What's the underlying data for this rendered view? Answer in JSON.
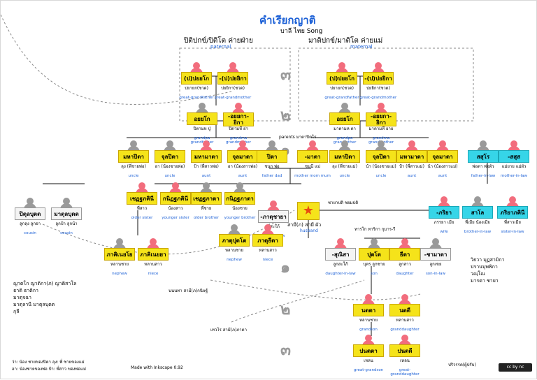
{
  "title": "คำเรียกญาติ",
  "subtitle": "บาลี ไทย Song",
  "paternal": {
    "title": "ปิติปกข์/ปิติโต ค่ายฝ่าย",
    "sub": "paternal"
  },
  "maternal": {
    "title": "มาติปกข์/มาติโต ค่ายแม่",
    "sub": "maternal"
  },
  "generation_numbers": [
    "๓",
    "๒",
    "๑",
    "๑",
    "๒",
    "๓"
  ],
  "nodes": [
    {
      "id": "pat-ggf",
      "label": "(ป)ปยยโก",
      "sub": "ปยายก(ชวด)",
      "en": "great-grandfather"
    },
    {
      "id": "pat-ggm",
      "label": "-(ป)ปยยิกา",
      "sub": "ปยยิกา(ชวด)",
      "en": "great-grandmother"
    },
    {
      "id": "mat-ggf",
      "label": "(ป)ปยยโก",
      "sub": "ปยายก(ชวด)",
      "en": "great-grandfather"
    },
    {
      "id": "mat-ggm",
      "label": "-(ป)ปยยิกา",
      "sub": "ปยยิกา(ชวด)",
      "en": "great-grandmother"
    },
    {
      "id": "pat-gf",
      "label": "อยยโก",
      "sub": "ปิตามห ปู่",
      "en": "grandpa grandfather"
    },
    {
      "id": "pat-gm",
      "label": "-อยยกา-ยิกา",
      "sub": "ปิตามหี ย่า",
      "en": "grandma grandmother"
    },
    {
      "id": "mat-gf",
      "label": "อยยโก",
      "sub": "มาตามห ตา",
      "en": "grandpa grandfather"
    },
    {
      "id": "mat-gm",
      "label": "-อยยกา-ยิกา",
      "sub": "มาตามหี ยาย",
      "en": "grandma grandmother"
    },
    {
      "id": "mahapita",
      "label": "มหาปิตา",
      "sub": "ลุง (พี่ชายพ่อ)",
      "en": "uncle"
    },
    {
      "id": "julapita",
      "label": "จุลปิตา",
      "sub": "อา (น้องชายพ่อ)",
      "en": "uncle"
    },
    {
      "id": "mahamata-p",
      "label": "มหามาตา",
      "sub": "ป้า (พี่สาวพ่อ)",
      "en": "aunt"
    },
    {
      "id": "julamata-p",
      "label": "จุลมาตา",
      "sub": "อา (น้องสาวพ่อ)",
      "en": "aunt"
    },
    {
      "id": "pita",
      "label": "ปิตา",
      "sub": "ชนก พ่อ",
      "en": "father dad"
    },
    {
      "id": "mata",
      "label": "-มาตา",
      "sub": "ชนนี แม่",
      "en": "mother mom mum"
    },
    {
      "id": "mahapita-m",
      "label": "มหาปิตา",
      "sub": "ลุง (พี่ชายแม่)",
      "en": "uncle"
    },
    {
      "id": "julapita-m",
      "label": "จุลปิตา",
      "sub": "น้า (น้องชายแม่)",
      "en": "uncle"
    },
    {
      "id": "mahamata-m",
      "label": "มหามาตา",
      "sub": "ป้า (พี่สาวแม่)",
      "en": "aunt"
    },
    {
      "id": "julamata-m",
      "label": "จุลมาตา",
      "sub": "น้า (น้องสาวแม่)",
      "en": "aunt"
    },
    {
      "id": "sasura",
      "label": "สสุโร",
      "sub": "พ่อตา พ่อผัว",
      "en": "father-in-law"
    },
    {
      "id": "sassu",
      "label": "-สสุส",
      "sub": "แม่ยาย แม่ผัว",
      "en": "mother-in-law"
    },
    {
      "id": "cousin-1",
      "label": "ปิตุลบุตต",
      "sub": "ลูกลุง ลูกอา",
      "en": "cousin"
    },
    {
      "id": "cousin-2",
      "label": "มาตุลบุตต",
      "sub": "ลูกป้า ลูกน้า",
      "en": "cousin"
    },
    {
      "id": "jettha-bh",
      "label": "เชฏฐภคินี",
      "sub": "พี่สาว",
      "en": "older sister"
    },
    {
      "id": "kanittha-bh",
      "label": "กนิฏฐภคินี",
      "sub": "น้องสาว",
      "en": "younger sister"
    },
    {
      "id": "jettha-bt",
      "label": "เชฏฐภาตา",
      "sub": "พี่ชาย",
      "en": "older brother"
    },
    {
      "id": "kanittha-bt",
      "label": "กนิฏฐภาตา",
      "sub": "น้องชาย",
      "en": "younger brother"
    },
    {
      "id": "bhatujaya",
      "label": "-ภาตุชายา",
      "sub": "พี่สะใภ้",
      "en": "sister-in-law"
    },
    {
      "id": "bhariya",
      "label": "-ภริยา",
      "sub": "ภรรยา เมีย",
      "en": "wife"
    },
    {
      "id": "sala",
      "label": "สาโล",
      "sub": "พี่เมีย น้องเมีย",
      "en": "brother-in-law"
    },
    {
      "id": "bhariyabhagini",
      "label": "ภริยาภคินี",
      "sub": "พี่สาวเมีย",
      "en": "sister-in-law"
    },
    {
      "id": "nephew",
      "label": "ภาคิเนยโย",
      "sub": "หลานชาย",
      "en": "nephew"
    },
    {
      "id": "niece",
      "label": "ภาคิเนยยา",
      "sub": "หลานสาว",
      "en": "niece"
    },
    {
      "id": "bhatuputta",
      "label": "ภาตุปุตโต",
      "sub": "หลานชาย",
      "en": "nephew"
    },
    {
      "id": "bhatudhita",
      "label": "ภาตุธีตา",
      "sub": "หลานสาว",
      "en": "niece"
    },
    {
      "id": "sunisa",
      "label": "-สุณิสา",
      "sub": "ลูกสะใภ้",
      "en": "daughter-in-law"
    },
    {
      "id": "putto",
      "label": "ปุตโต",
      "sub": "บุตร ลูกชาย",
      "en": "son"
    },
    {
      "id": "dhita",
      "label": "ธีตา",
      "sub": "ลูกสาว",
      "en": "daughter"
    },
    {
      "id": "jamata",
      "label": "-ชามาตา",
      "sub": "ลูกเขย",
      "en": "son-in-law"
    },
    {
      "id": "nattar",
      "label": "นตตา",
      "sub": "หลานชาย",
      "en": "grandson"
    },
    {
      "id": "natti",
      "label": "นตตี",
      "sub": "หลานสาว",
      "en": "granddaughter"
    },
    {
      "id": "panattar",
      "label": "ปนตตา",
      "sub": "เหลน",
      "en": "great-grandson"
    },
    {
      "id": "panatti",
      "label": "ปนตตี",
      "sub": "เหลน",
      "en": "great-granddaughter"
    }
  ],
  "self": {
    "label": "สามี(ภ) สามี ผัว",
    "en": "husband"
  },
  "labels": {
    "parents": "parents มาตาปิตโร",
    "spouse": "ชายาปติ ชยมปติ",
    "children": "ทารโก ทาริกา กุมาร-รี",
    "sister_in_law_paternal": "นนนทา สามี(ภ)กนิษฐ์",
    "brother_in_law": "เทวโร สามี(ภ)ภาตา"
  },
  "legend_left": [
    "ญาตโก ญาติกา(ภ) ญาติสาโล",
    "ธาติ ธาติกา",
    "มาตุจฉา",
    "มาตุลานี มาตุลบุตต",
    "กุลี"
  ],
  "legend_right": [
    "วิธวา มุฏสามิกา",
    "ปรานบุพพิกา",
    "วณฺโณ",
    "มารดา ชายา"
  ],
  "footer_left": [
    "ว่า: น้อง ชายของปิตา  ลุง: พี่ ชายของแม่",
    "อา: น้องชายของพ่อ  ป้า: พี่สาว ของพ่อแม่"
  ],
  "footer_credit": "Made with Inkscape 0.92",
  "footer_right": "ปริวรรต(ผู้ปรับ)",
  "license": "cc by nc"
}
